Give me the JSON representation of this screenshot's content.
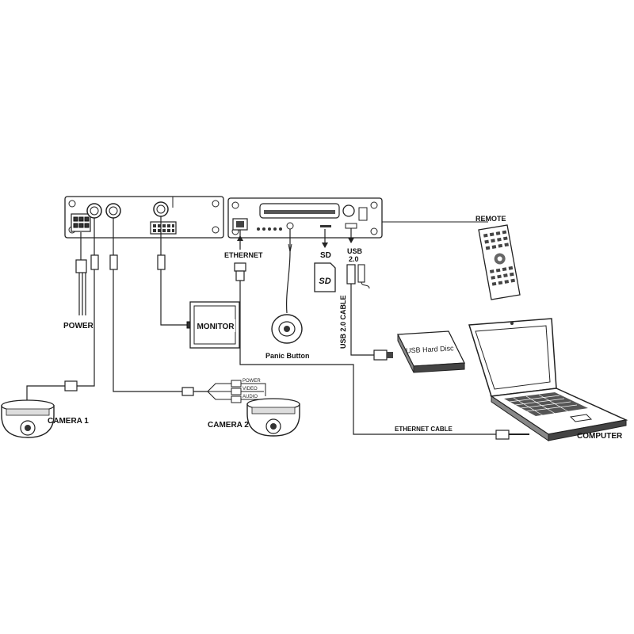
{
  "labels": {
    "power": "POWER",
    "camera1": "CAMERA 1",
    "camera2": "CAMERA 2",
    "monitor": "MONITOR",
    "ethernet": "ETHERNET",
    "panic_button": "Panic Button",
    "sd": "SD",
    "usb": "USB",
    "usb_version": "2.0",
    "usb_cable": "USB 2.0 CABLE",
    "usb_hard_disc": "USB Hard Disc",
    "remote": "REMOTE",
    "ethernet_cable": "ETHERNET CABLE",
    "computer": "COMPUTER",
    "cam2_power": "POWER",
    "cam2_video": "VIDEO",
    "cam2_audio": "AUDIO",
    "sd_card_text": "SD"
  },
  "colors": {
    "line": "#222222",
    "background": "#ffffff"
  }
}
